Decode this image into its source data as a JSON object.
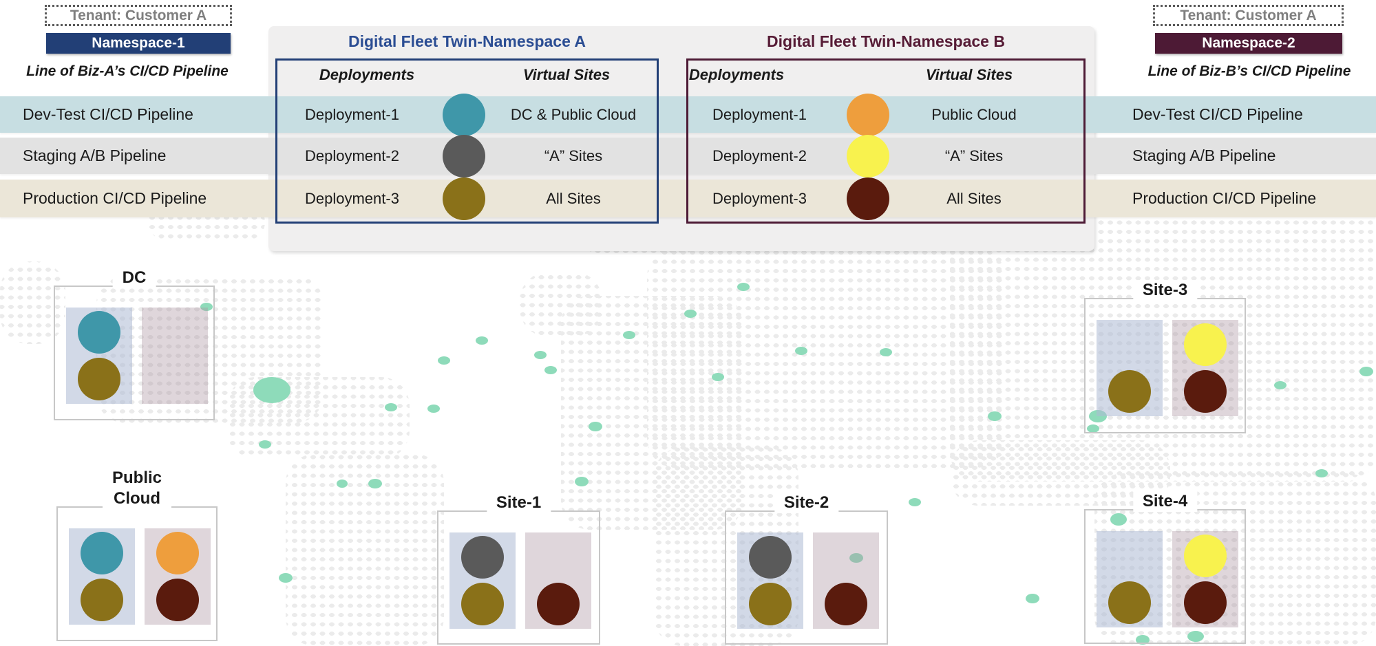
{
  "palette": {
    "teal": "#3F97A9",
    "gray": "#5A5A5A",
    "olive": "#8A7119",
    "orange": "#EE9E3D",
    "yellow": "#F8F24E",
    "maroon": "#5A1B0D",
    "namespace1_bg": "#223F76",
    "namespace2_bg": "#4D1A35",
    "ns_a_border": "#223F76",
    "ns_b_border": "#4D1A35",
    "ns_a_title_color": "#2B4D93",
    "ns_b_title_color": "#561B35",
    "band_dev": "#C7DEE2",
    "band_stage": "#E2E2E2",
    "band_prod": "#EBE6D8",
    "panel_bg": "#F0EFEF",
    "accent_dot": "#8EDBBA"
  },
  "tenant_left": {
    "label": "Tenant: Customer A",
    "namespace": "Namespace-1",
    "line": "Line of Biz-A’s CI/CD Pipeline"
  },
  "tenant_right": {
    "label": "Tenant: Customer A",
    "namespace": "Namespace-2",
    "line": "Line of Biz-B’s CI/CD Pipeline"
  },
  "pipelines": [
    {
      "label": "Dev-Test CI/CD Pipeline"
    },
    {
      "label": "Staging A/B Pipeline"
    },
    {
      "label": "Production CI/CD Pipeline"
    }
  ],
  "namespaces": [
    {
      "id": "a",
      "title": "Digital Fleet Twin-Namespace A",
      "deployments_header": "Deployments",
      "virtual_sites_header": "Virtual Sites",
      "rows": [
        {
          "deployment": "Deployment-1",
          "color": "teal",
          "virtual_sites": "DC & Public Cloud"
        },
        {
          "deployment": "Deployment-2",
          "color": "gray",
          "virtual_sites": "“A” Sites"
        },
        {
          "deployment": "Deployment-3",
          "color": "olive",
          "virtual_sites": "All  Sites"
        }
      ]
    },
    {
      "id": "b",
      "title": "Digital Fleet Twin-Namespace B",
      "deployments_header": "Deployments",
      "virtual_sites_header": "Virtual Sites",
      "rows": [
        {
          "deployment": "Deployment-1",
          "color": "orange",
          "virtual_sites": "Public Cloud"
        },
        {
          "deployment": "Deployment-2",
          "color": "yellow",
          "virtual_sites": "“A” Sites"
        },
        {
          "deployment": "Deployment-3",
          "color": "maroon",
          "virtual_sites": "All  Sites"
        }
      ]
    }
  ],
  "sites": [
    {
      "label": "DC",
      "lines": [
        "DC"
      ],
      "left_rect": [
        "teal",
        "olive"
      ],
      "right_rect": [
        null,
        null
      ]
    },
    {
      "label": "Public Cloud",
      "lines": [
        "Public",
        "Cloud"
      ],
      "left_rect": [
        "teal",
        "olive"
      ],
      "right_rect": [
        "orange",
        "maroon"
      ]
    },
    {
      "label": "Site-1",
      "lines": [
        "Site-1"
      ],
      "left_rect": [
        "gray",
        "olive"
      ],
      "right_rect": [
        null,
        "maroon"
      ]
    },
    {
      "label": "Site-2",
      "lines": [
        "Site-2"
      ],
      "left_rect": [
        "gray",
        "olive"
      ],
      "right_rect": [
        null,
        "maroon"
      ]
    },
    {
      "label": "Site-3",
      "lines": [
        "Site-3"
      ],
      "left_rect": [
        null,
        "olive"
      ],
      "right_rect": [
        "yellow",
        "maroon"
      ]
    },
    {
      "label": "Site-4",
      "lines": [
        "Site-4"
      ],
      "left_rect": [
        null,
        "olive"
      ],
      "right_rect": [
        "yellow",
        "maroon"
      ]
    }
  ]
}
